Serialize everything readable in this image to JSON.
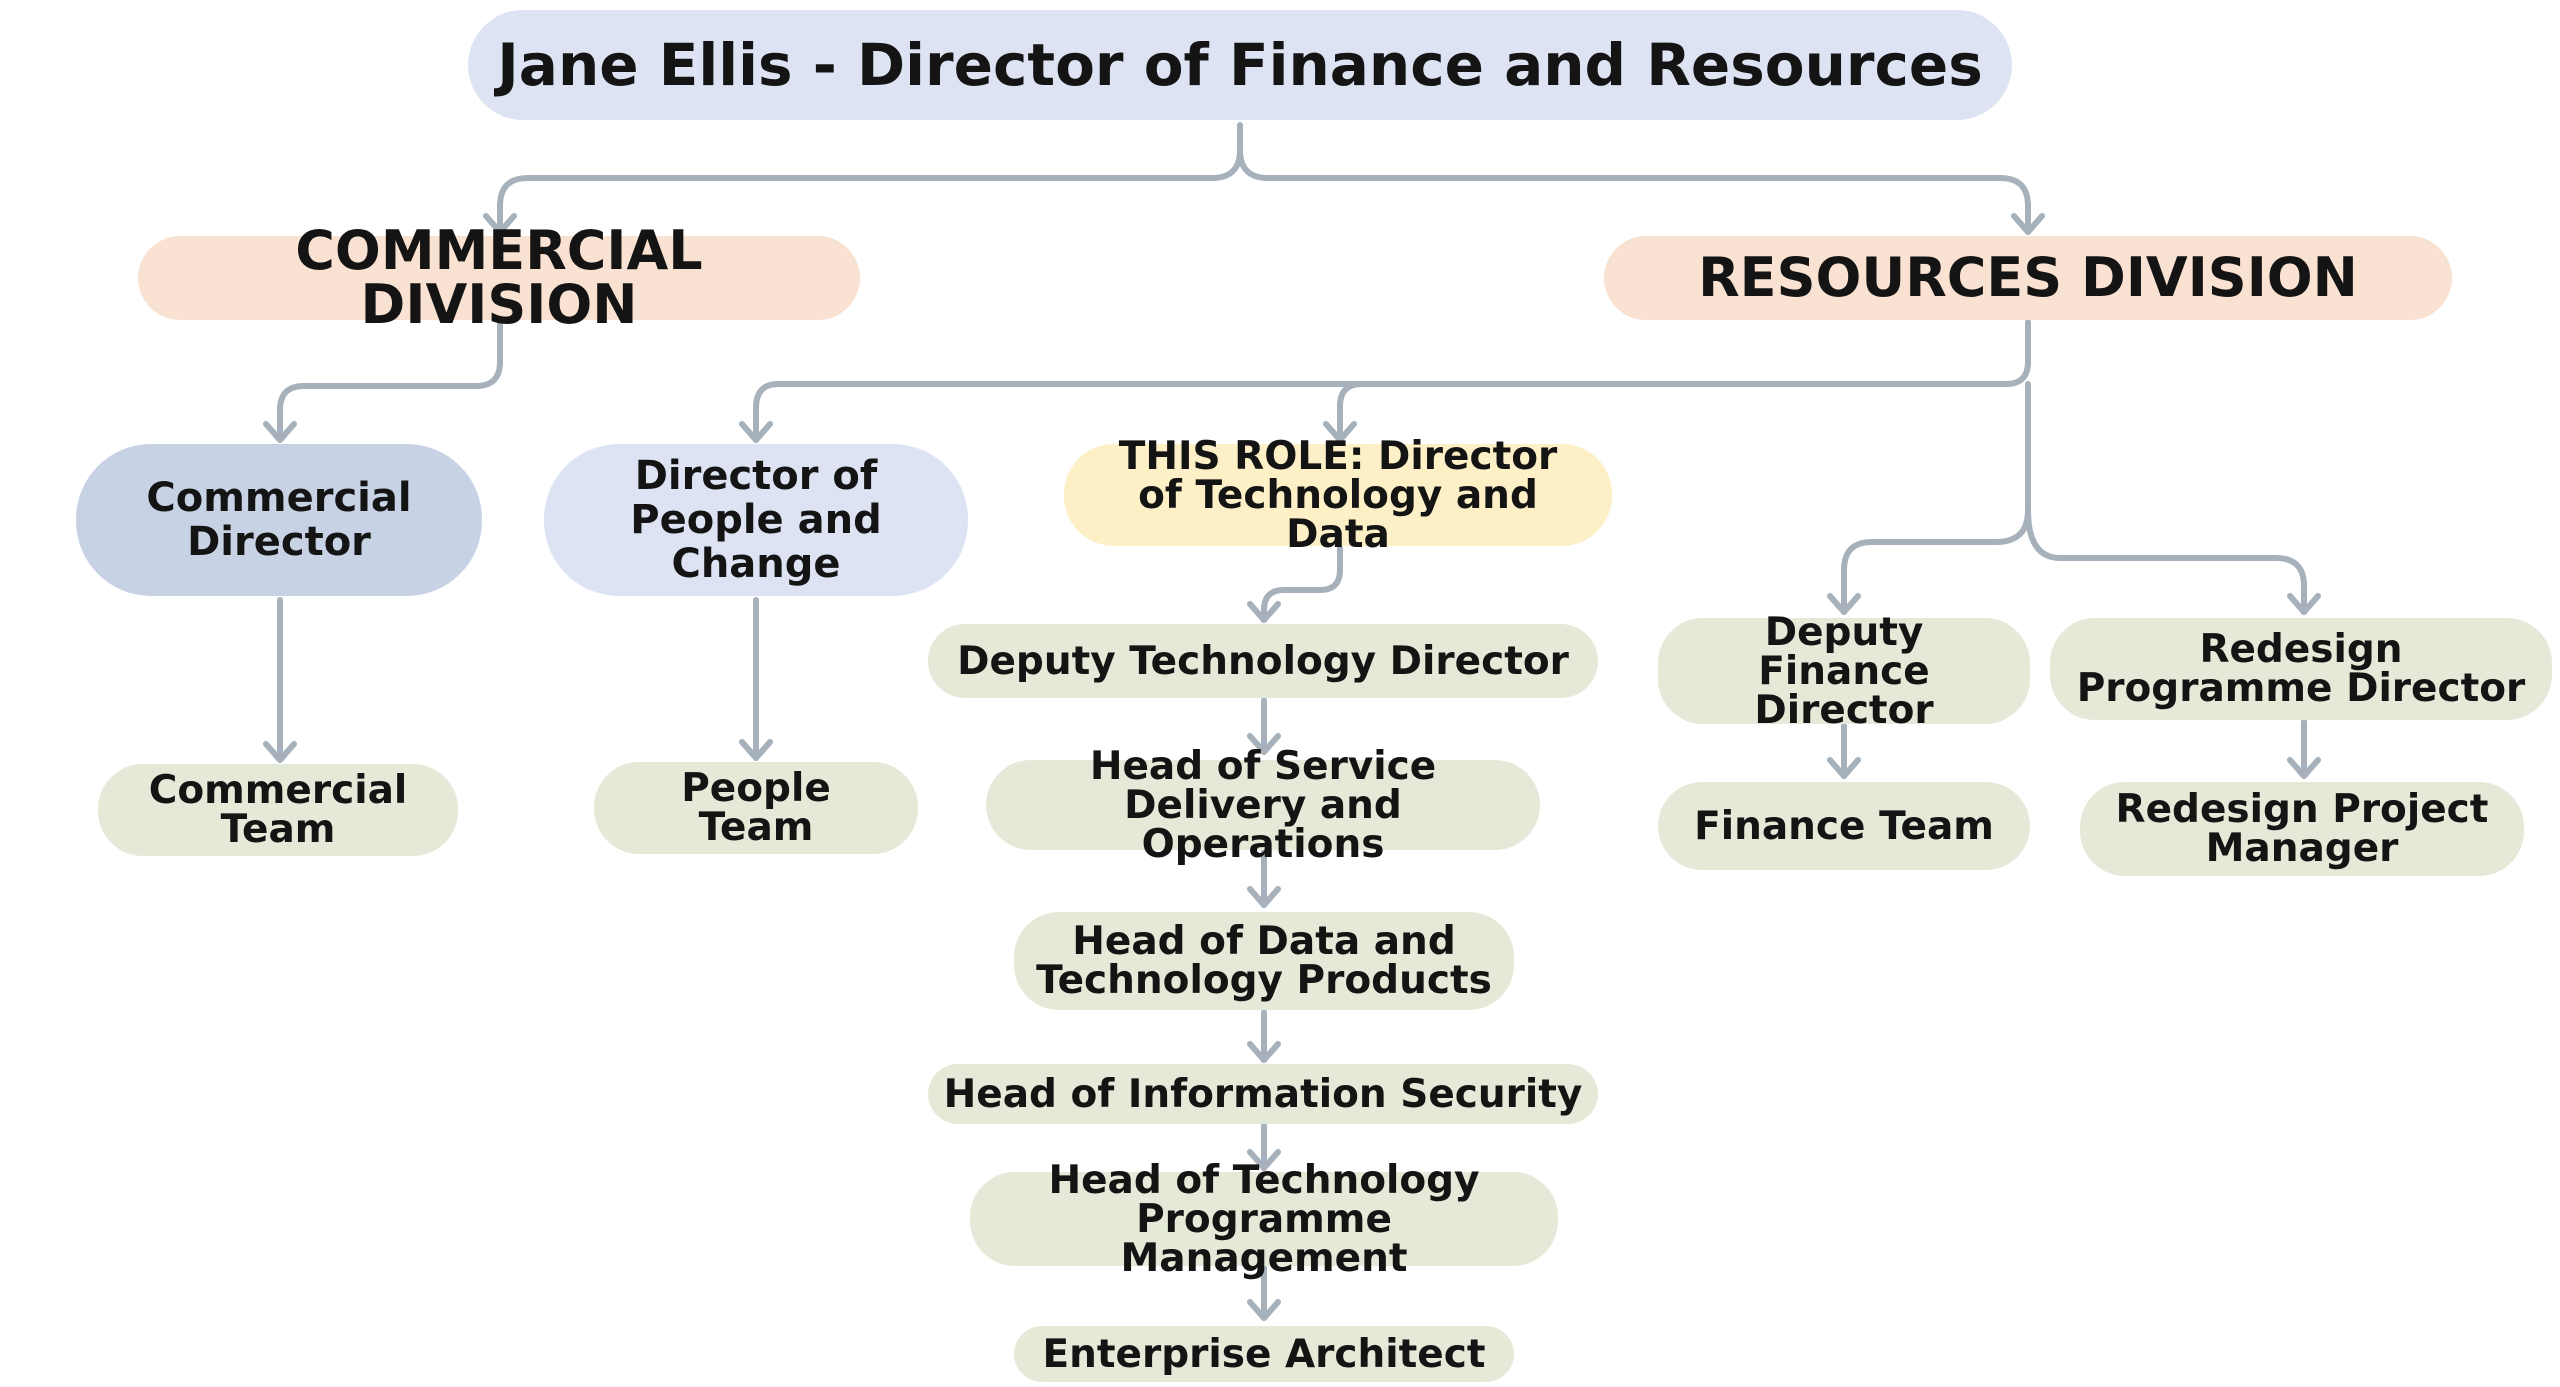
{
  "chart": {
    "top": "Jane Ellis - Director of Finance and Resources",
    "commercial_division": "COMMERCIAL DIVISION",
    "resources_division": "RESOURCES DIVISION",
    "commercial_director": "Commercial Director",
    "commercial_team": "Commercial Team",
    "director_people_change": "Director of People and Change",
    "people_team": "People Team",
    "this_role": "THIS ROLE: Director of Technology and Data",
    "deputy_technology_director": "Deputy Technology Director",
    "head_service_delivery": "Head of Service Delivery and Operations",
    "head_data_tech_products": "Head of Data and Technology Products",
    "head_info_security": "Head of Information Security",
    "head_tech_programme": "Head of Technology Programme Management",
    "enterprise_architect": "Enterprise Architect",
    "deputy_finance_director": "Deputy Finance Director",
    "finance_team": "Finance Team",
    "redesign_programme_director": "Redesign Programme Director",
    "redesign_project_manager": "Redesign Project Manager"
  },
  "colors": {
    "connector": "#a6b1bc",
    "top_node": "#dde3f3",
    "division_node": "#f9e2d2",
    "director_dark": "#c8d2e5",
    "director_light": "#dde3f3",
    "this_role": "#fdf0c6",
    "team_node": "#e4ead7"
  }
}
